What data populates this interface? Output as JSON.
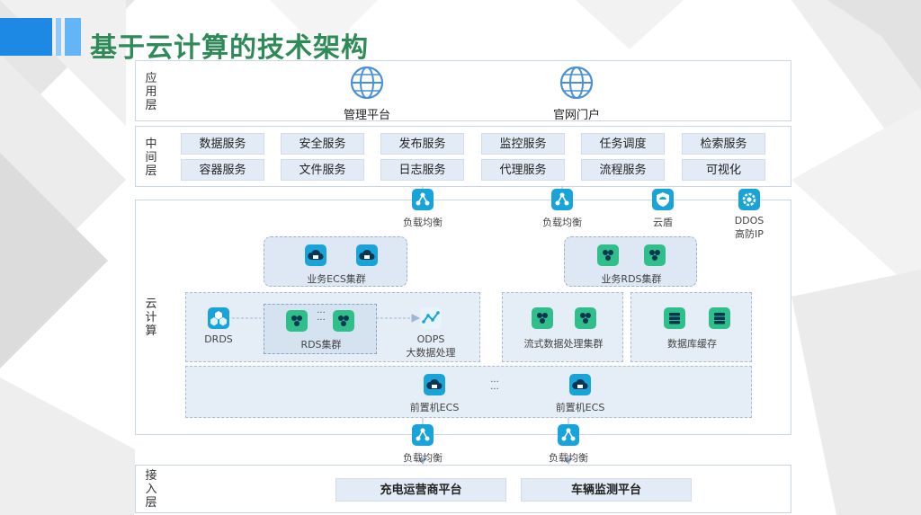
{
  "title": "基于云计算的技术架构",
  "app_layer": {
    "label": "应用层",
    "items": [
      {
        "label": "管理平台",
        "icon": "globe-icon"
      },
      {
        "label": "官网门户",
        "icon": "globe-icon"
      }
    ]
  },
  "mid_layer": {
    "label": "中间层",
    "row1": [
      "数据服务",
      "安全服务",
      "发布服务",
      "监控服务",
      "任务调度",
      "检索服务"
    ],
    "row2": [
      "容器服务",
      "文件服务",
      "日志服务",
      "代理服务",
      "流程服务",
      "可视化"
    ]
  },
  "gateway": [
    {
      "label": "负载均衡",
      "icon": "load-balancer-icon"
    },
    {
      "label": "负载均衡",
      "icon": "load-balancer-icon"
    },
    {
      "label": "云盾",
      "icon": "shield-icon"
    },
    {
      "label": "DDOS",
      "label2": "高防IP",
      "icon": "gear-icon"
    }
  ],
  "cloud_layer": {
    "label": "云计算",
    "ecs_cluster": "业务ECS集群",
    "rds_cluster_top": "业务RDS集群",
    "drds": "DRDS",
    "rds_cluster": "RDS集群",
    "odps": "ODPS",
    "odps_sub": "大数据处理",
    "stream": "流式数据处理集群",
    "cache": "数据库缓存",
    "front_ecs": [
      "前置机ECS",
      "前置机ECS"
    ],
    "dots": "···"
  },
  "lower_gateway": [
    {
      "label": "负载均衡",
      "icon": "load-balancer-icon"
    },
    {
      "label": "负载均衡",
      "icon": "load-balancer-icon"
    }
  ],
  "access_layer": {
    "label": "接入层",
    "items": [
      "充电运营商平台",
      "车辆监测平台"
    ]
  },
  "colors": {
    "title": "#2e8b57",
    "icon_blue": "#18a3d9",
    "icon_green": "#2fbf8a",
    "box": "#e3ecf6"
  }
}
